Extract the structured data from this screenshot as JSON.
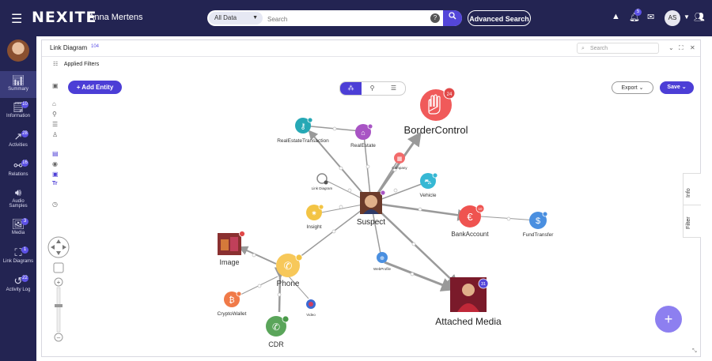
{
  "topbar": {
    "logo": "NEXITE",
    "user_name": "Anna Mertens",
    "search_scope": "All Data",
    "search_placeholder": "Search",
    "advanced_search": "Advanced Search",
    "notification_count": "5",
    "avatar_initials": "AS"
  },
  "sidebar": {
    "items": [
      {
        "label": "Summary",
        "badge": ""
      },
      {
        "label": "Information",
        "badge": "10"
      },
      {
        "label": "Activities",
        "badge": "28"
      },
      {
        "label": "Relations",
        "badge": "16"
      },
      {
        "label": "Audio Samples",
        "badge": ""
      },
      {
        "label": "Media",
        "badge": "3"
      },
      {
        "label": "Link Diagrams",
        "badge": "1"
      },
      {
        "label": "Activity Log",
        "badge": "22"
      }
    ]
  },
  "panel": {
    "title": "Link Diagram",
    "count": "104",
    "search_placeholder": "Search",
    "applied_filters": "Applied Filters",
    "add_entity": "+ Add Entity",
    "export": "Export",
    "save": "Save",
    "info_tab": "Info",
    "filter_tab": "Filter"
  },
  "graph": {
    "nodes": [
      {
        "label": "BorderControl",
        "badge": "24"
      },
      {
        "label": "RealEstateTransaction",
        "badge": ""
      },
      {
        "label": "RealEstate",
        "badge": ""
      },
      {
        "label": "Company",
        "badge": ""
      },
      {
        "label": "Vehicle",
        "badge": ""
      },
      {
        "label": "Link Diagram",
        "badge": ""
      },
      {
        "label": "Suspect",
        "badge": ""
      },
      {
        "label": "Insight",
        "badge": ""
      },
      {
        "label": "BankAccount",
        "badge": "10"
      },
      {
        "label": "FundTransfer",
        "badge": ""
      },
      {
        "label": "Image",
        "badge": ""
      },
      {
        "label": "Phone",
        "badge": ""
      },
      {
        "label": "WebProfile",
        "badge": ""
      },
      {
        "label": "Attached Media",
        "badge": "31"
      },
      {
        "label": "CryptoWallet",
        "badge": ""
      },
      {
        "label": "Video",
        "badge": ""
      },
      {
        "label": "CDR",
        "badge": ""
      }
    ]
  },
  "colors": {
    "nav_bg": "#232452",
    "accent": "#4c3ed6",
    "fab": "#8d7ff0"
  }
}
